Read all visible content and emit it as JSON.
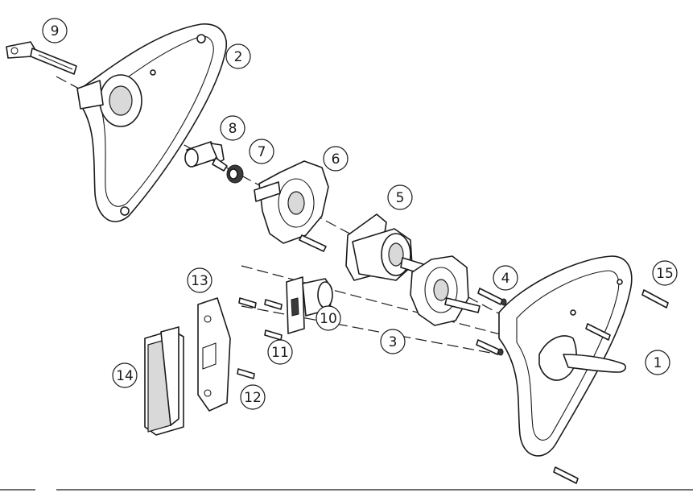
{
  "callouts": [
    "1",
    "2",
    "3",
    "4",
    "5",
    "6",
    "7",
    "8",
    "9",
    "10",
    "11",
    "12",
    "13",
    "14",
    "15"
  ],
  "colors": {
    "line": "#1a1a1a",
    "background": "#ffffff",
    "shade": "#d9d9d9"
  }
}
